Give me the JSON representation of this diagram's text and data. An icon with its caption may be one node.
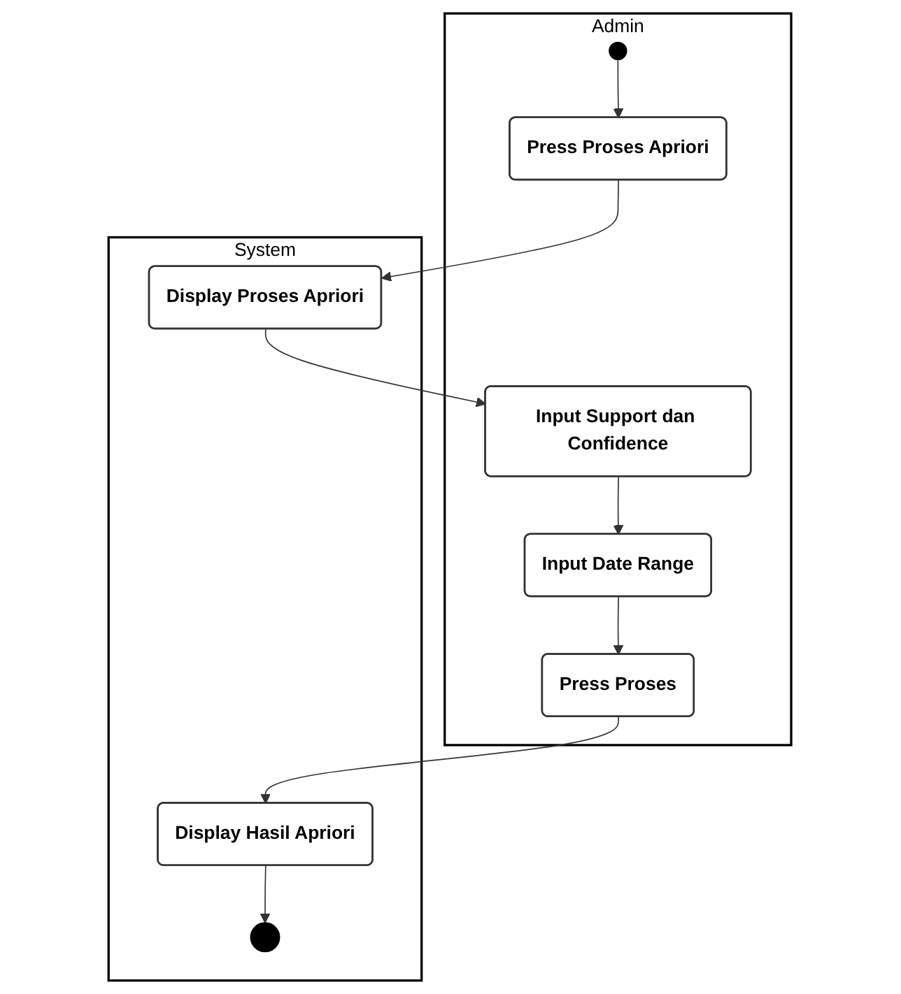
{
  "diagram": {
    "nodes": [
      {
        "text": [
          "Admin"
        ]
      },
      {
        "text": [
          "System"
        ]
      },
      {
        "text": [],
        "shape": "circle",
        "in": 0
      },
      {
        "text": [
          "Press Proses Apriori"
        ],
        "in": 0
      },
      {
        "text": [
          "Display Proses Apriori"
        ],
        "in": 1
      },
      {
        "text": [
          "Input Support dan Confidence"
        ],
        "in": 0
      },
      {
        "text": [
          "Input Date Range"
        ],
        "in": 0
      },
      {
        "text": [
          "Press Proses"
        ],
        "in": 0
      },
      {
        "text": [
          "Display Hasil Apriori"
        ],
        "in": 1
      },
      {
        "text": [],
        "shape": "circle",
        "in": 1
      }
    ],
    "edges": [
      {
        "from": 2,
        "to": 3,
        "arrow": "to"
      },
      {
        "from": 3,
        "to": 4,
        "arrow": "to"
      },
      {
        "from": 4,
        "to": 5,
        "arrow": "to"
      },
      {
        "from": 5,
        "to": 6,
        "arrow": "to"
      },
      {
        "from": 6,
        "to": 7,
        "arrow": "to"
      },
      {
        "from": 7,
        "to": 8,
        "arrow": "to"
      },
      {
        "from": 8,
        "to": 9,
        "arrow": "to"
      }
    ]
  }
}
